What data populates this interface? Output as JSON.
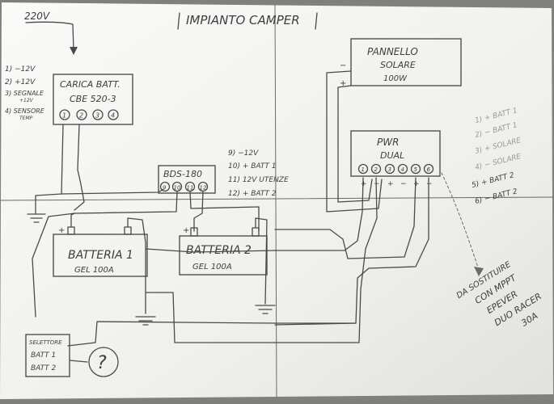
{
  "title": "IMPIANTO CAMPER",
  "input_label": "220V",
  "charger": {
    "line1": "CARICA BATT.",
    "line2": "CBE 520-3",
    "terminals": [
      "1",
      "2",
      "3",
      "4"
    ],
    "legend": [
      "1) −12V",
      "2) +12V",
      "3) SEGNALE",
      "+12V",
      "4) SENSORE",
      "TEMP"
    ]
  },
  "bds": {
    "label": "BDS-180",
    "terminals": [
      "9",
      "10",
      "11",
      "12"
    ],
    "legend": [
      "9) −12V",
      "10) + BATT 1",
      "11) 12V UTENZE",
      "12) + BATT 2"
    ]
  },
  "battery1": {
    "line1": "BATTERIA 1",
    "line2": "GEL 100A"
  },
  "battery2": {
    "line1": "BATTERIA 2",
    "line2": "GEL 100A"
  },
  "panel": {
    "line1": "PANNELLO",
    "line2": "SOLARE",
    "line3": "100W"
  },
  "pwr": {
    "line1": "PWR",
    "line2": "DUAL",
    "terminals": [
      "1",
      "2",
      "3",
      "4",
      "5",
      "6"
    ],
    "polarity": [
      "+",
      "−",
      "+",
      "−",
      "+",
      "−"
    ],
    "legend": [
      "1) + BATT 1",
      "2) − BATT 1",
      "3) + SOLARE",
      "4) − SOLARE",
      "5) + BATT 2",
      "6) − BATT 2"
    ]
  },
  "replace_note": [
    "DA SOSTITUIRE",
    "CON MPPT",
    "EPEVER",
    "DUO RACER",
    "30A"
  ],
  "selector": {
    "line1": "SELETTORE",
    "line2": "BATT 1",
    "line3": "BATT 2",
    "question": "?"
  },
  "marks": {
    "plus": "+",
    "minus": "−"
  }
}
